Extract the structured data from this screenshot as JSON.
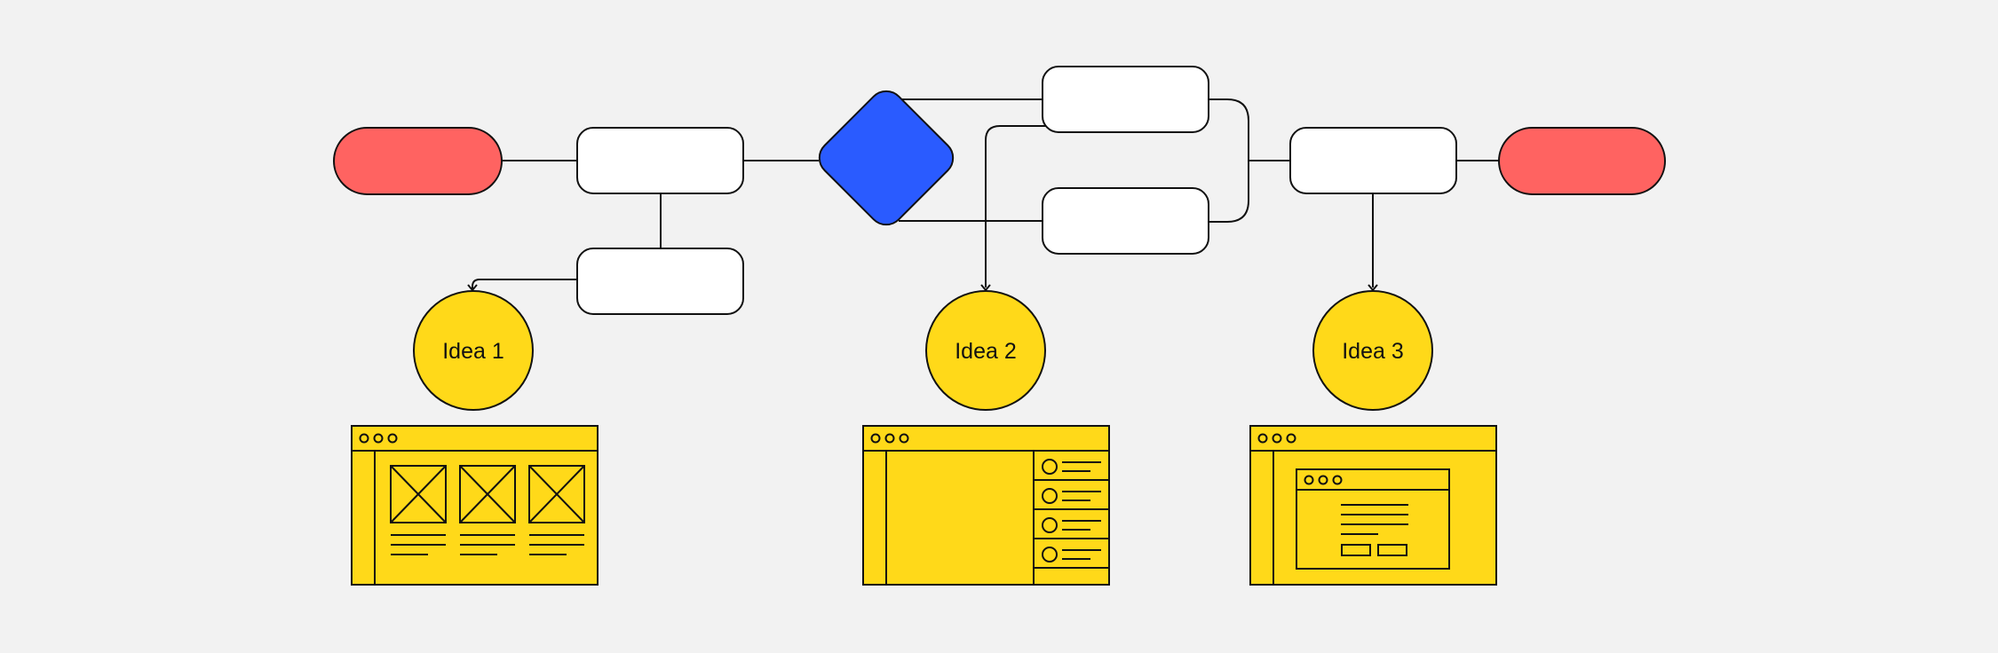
{
  "colors": {
    "background": "#f2f2f2",
    "terminal": "#ff6361",
    "decision": "#2a5bff",
    "idea": "#ffd919",
    "process": "#ffffff",
    "stroke": "#111111"
  },
  "ideas": [
    {
      "label": "Idea 1",
      "wireframe": "image-grid-layout"
    },
    {
      "label": "Idea 2",
      "wireframe": "list-sidebar-layout"
    },
    {
      "label": "Idea 3",
      "wireframe": "dialog-layout"
    }
  ]
}
